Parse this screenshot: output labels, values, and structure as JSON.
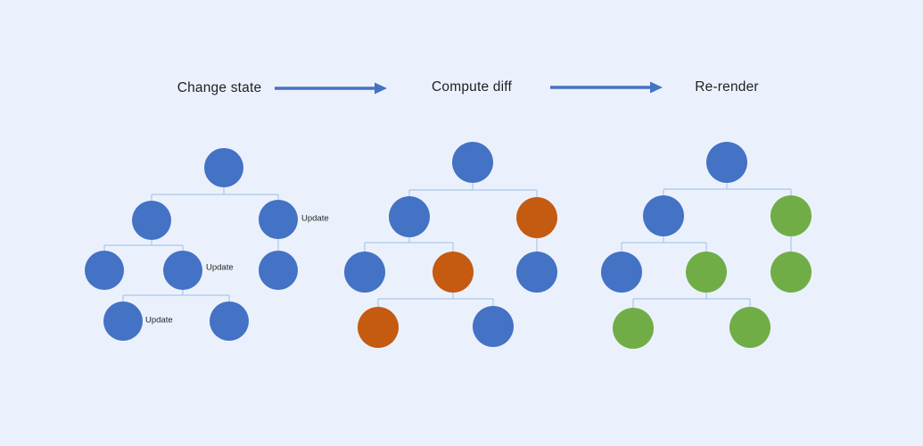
{
  "header": {
    "steps": [
      "Change state",
      "Compute diff",
      "Re-render"
    ]
  },
  "colors": {
    "background": "#EBF1FC",
    "node_default": "#4472C4",
    "node_changed": "#C55A11",
    "node_rerendered": "#70AD47",
    "connector": "#A9C7E8",
    "arrow": "#4472C4",
    "header_text": "#1F1F1F",
    "update_text": "#262626"
  },
  "trees": [
    {
      "step": "Change state",
      "nodes": [
        {
          "id": "root",
          "state": "default",
          "label": ""
        },
        {
          "id": "child-left",
          "state": "default",
          "label": ""
        },
        {
          "id": "child-right",
          "state": "default",
          "label": "Update"
        },
        {
          "id": "grandchild-left",
          "state": "default",
          "label": ""
        },
        {
          "id": "grandchild-middle",
          "state": "default",
          "label": "Update"
        },
        {
          "id": "grandchild-right",
          "state": "default",
          "label": ""
        },
        {
          "id": "leaf-left",
          "state": "default",
          "label": "Update"
        },
        {
          "id": "leaf-right",
          "state": "default",
          "label": ""
        }
      ]
    },
    {
      "step": "Compute diff",
      "nodes": [
        {
          "id": "root",
          "state": "default",
          "label": ""
        },
        {
          "id": "child-left",
          "state": "default",
          "label": ""
        },
        {
          "id": "child-right",
          "state": "changed",
          "label": ""
        },
        {
          "id": "grandchild-left",
          "state": "default",
          "label": ""
        },
        {
          "id": "grandchild-middle",
          "state": "changed",
          "label": ""
        },
        {
          "id": "grandchild-right",
          "state": "default",
          "label": ""
        },
        {
          "id": "leaf-left",
          "state": "changed",
          "label": ""
        },
        {
          "id": "leaf-right",
          "state": "default",
          "label": ""
        }
      ]
    },
    {
      "step": "Re-render",
      "nodes": [
        {
          "id": "root",
          "state": "default",
          "label": ""
        },
        {
          "id": "child-left",
          "state": "default",
          "label": ""
        },
        {
          "id": "child-right",
          "state": "rerendered",
          "label": ""
        },
        {
          "id": "grandchild-left",
          "state": "default",
          "label": ""
        },
        {
          "id": "grandchild-middle",
          "state": "rerendered",
          "label": ""
        },
        {
          "id": "grandchild-right",
          "state": "rerendered",
          "label": ""
        },
        {
          "id": "leaf-left",
          "state": "rerendered",
          "label": ""
        },
        {
          "id": "leaf-right",
          "state": "rerendered",
          "label": ""
        }
      ]
    }
  ]
}
